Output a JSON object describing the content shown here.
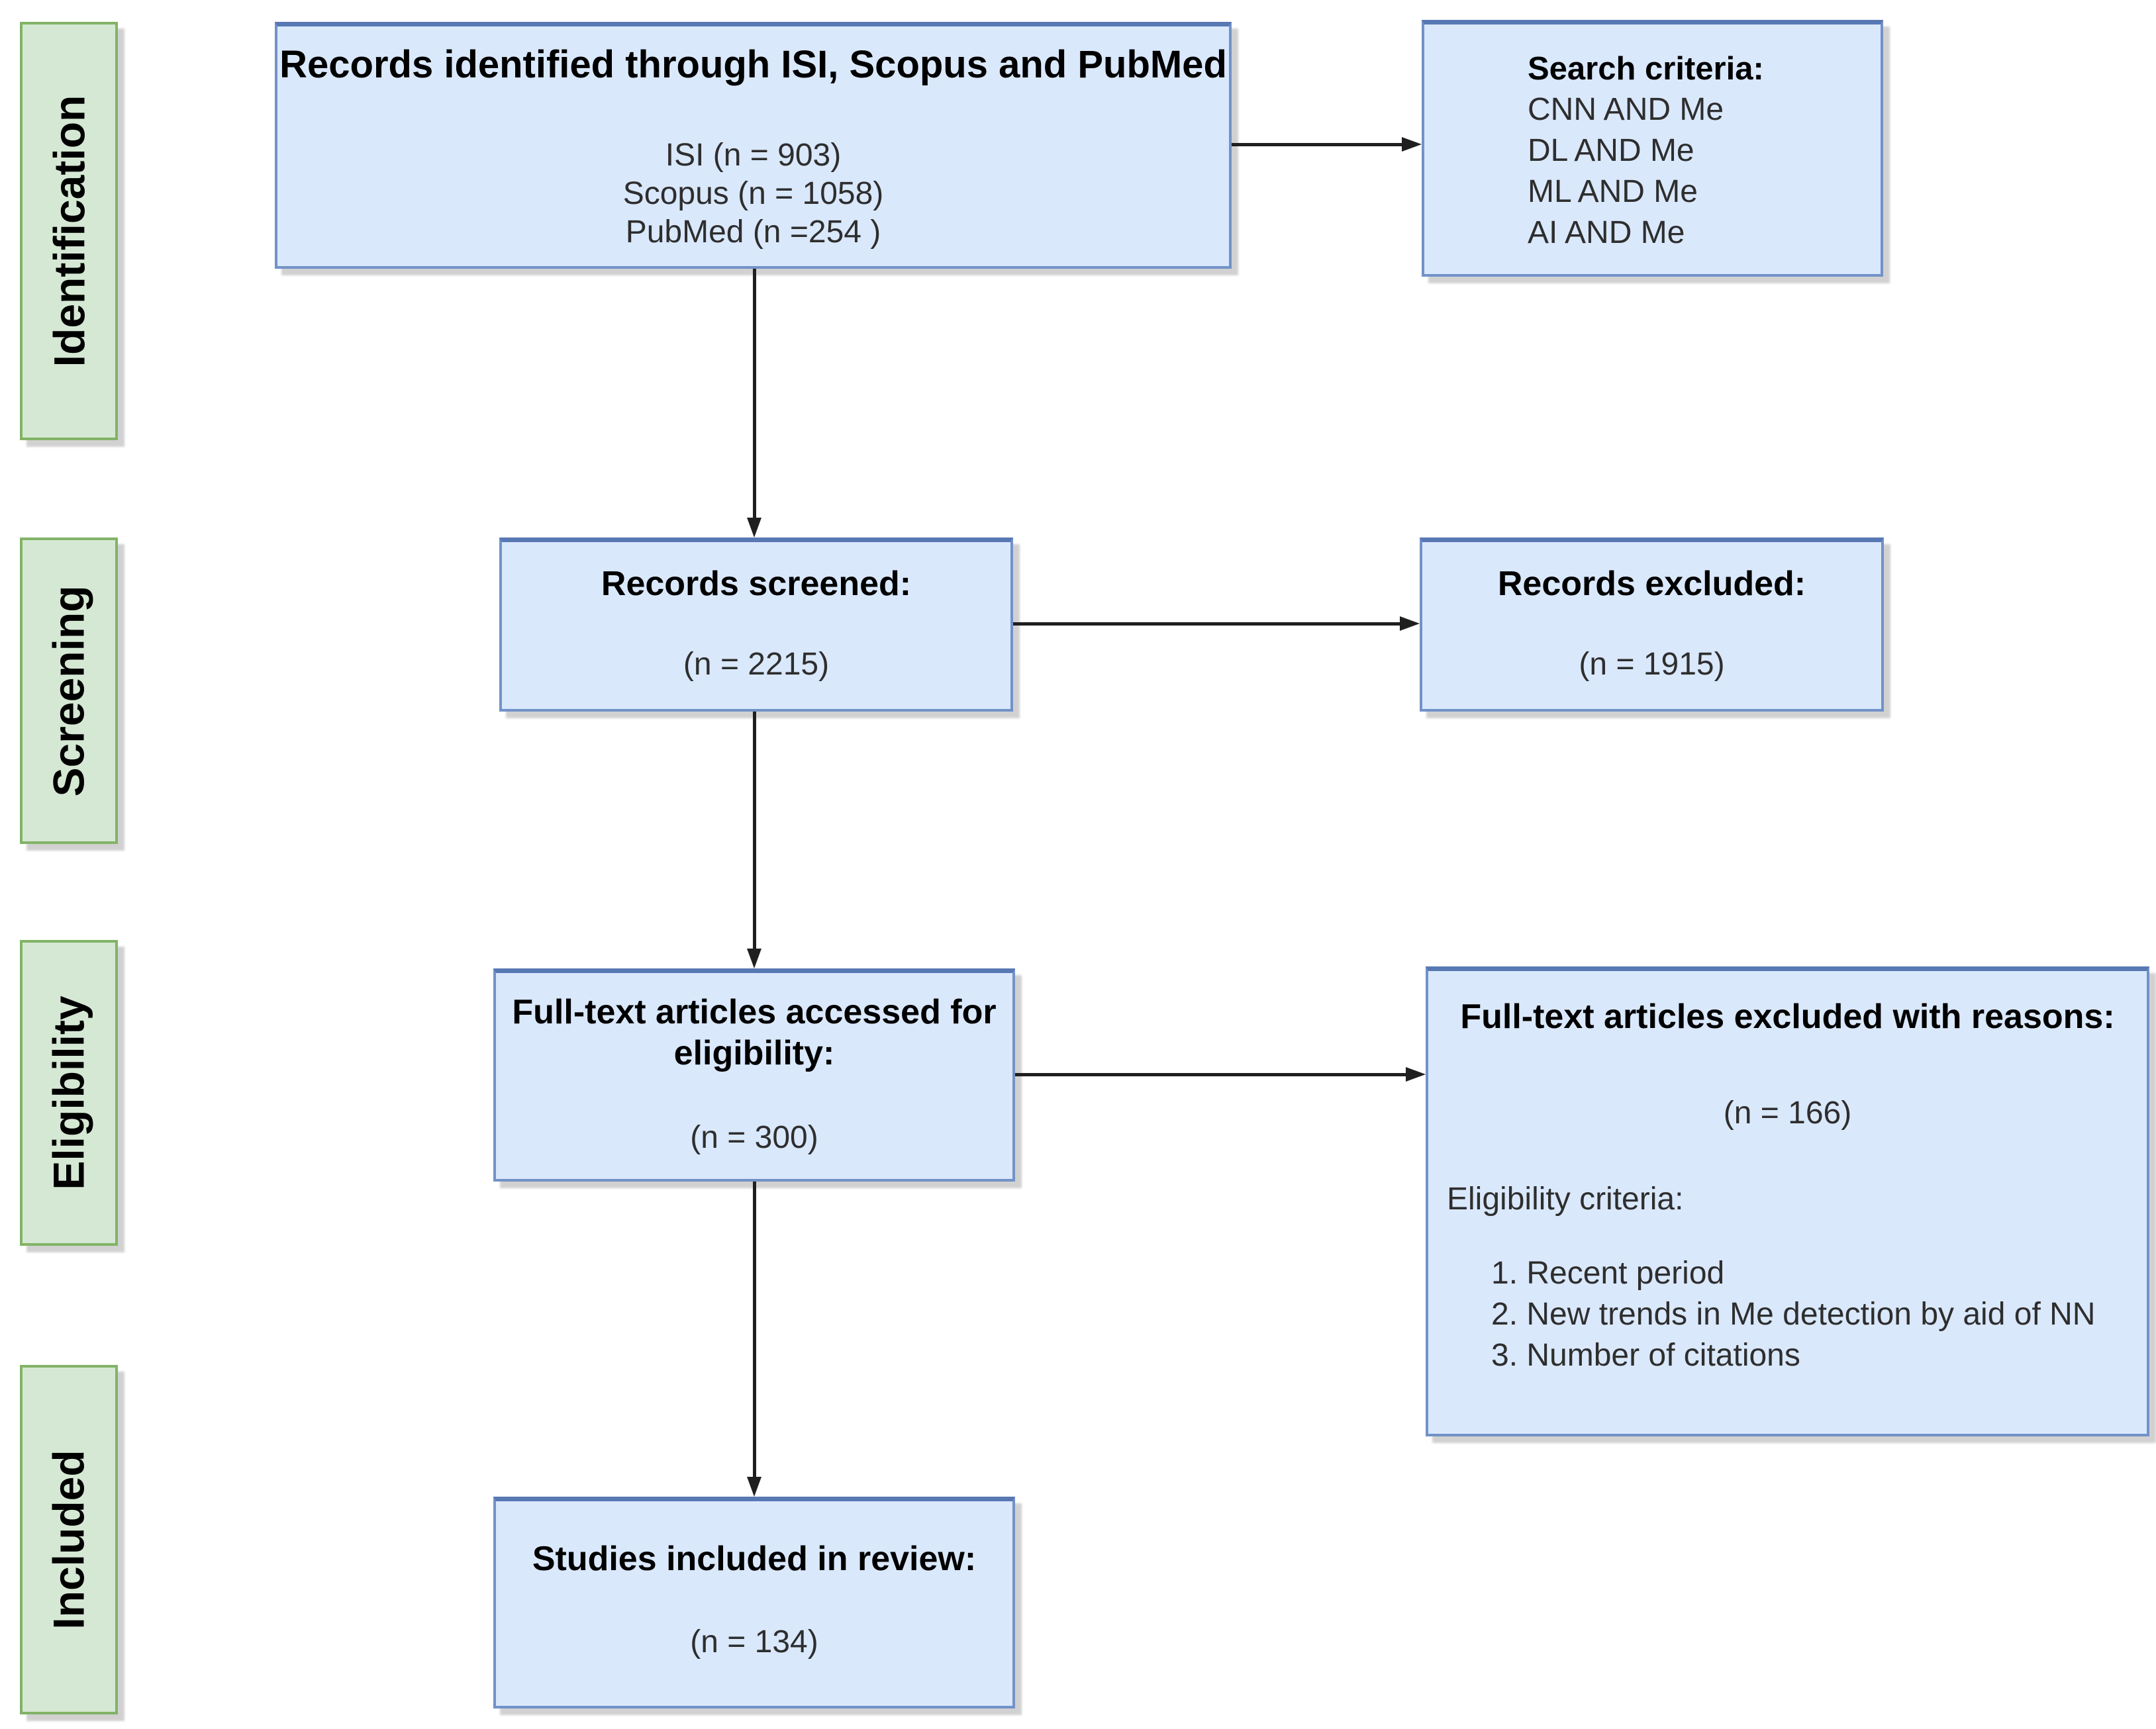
{
  "colors": {
    "flow_box_fill": "#dae8fc",
    "flow_box_border": "#6c8ebf",
    "stage_box_fill": "#d5e8d4",
    "stage_box_border": "#82b366",
    "arrow": "#1f1f1f"
  },
  "sidebar": {
    "stages": [
      {
        "label": "Identification"
      },
      {
        "label": "Screening"
      },
      {
        "label": "Eligibility"
      },
      {
        "label": "Included"
      }
    ]
  },
  "flow": {
    "identified": {
      "title": "Records identified through ISI, Scopus and PubMed",
      "sources": [
        "ISI (n = 903)",
        "Scopus (n = 1058)",
        "PubMed (n =254 )"
      ]
    },
    "search_criteria": {
      "title": "Search criteria:",
      "terms": [
        "CNN AND Me",
        "DL AND Me",
        "ML AND Me",
        "AI AND Me"
      ]
    },
    "screened": {
      "title": "Records screened:",
      "count": "(n = 2215)"
    },
    "excluded": {
      "title": "Records excluded:",
      "count": "(n = 1915)"
    },
    "fulltext": {
      "title_lines": [
        "Full-text articles accessed for",
        "eligibility:"
      ],
      "count": "(n = 300)"
    },
    "fulltext_excluded": {
      "title": "Full-text articles excluded with reasons:",
      "count": "(n = 166)",
      "criteria_heading": "Eligibility criteria:",
      "criteria": [
        "1. Recent period",
        "2. New trends in Me detection by aid of NN",
        "3. Number of citations"
      ]
    },
    "included": {
      "title": "Studies included in review:",
      "count": "(n = 134)"
    }
  },
  "connections": [
    {
      "from": "records-identified",
      "to": "search-criteria"
    },
    {
      "from": "records-identified",
      "to": "records-screened"
    },
    {
      "from": "records-screened",
      "to": "records-excluded"
    },
    {
      "from": "records-screened",
      "to": "fulltext-accessed"
    },
    {
      "from": "fulltext-accessed",
      "to": "fulltext-excluded"
    },
    {
      "from": "fulltext-accessed",
      "to": "studies-included"
    }
  ]
}
